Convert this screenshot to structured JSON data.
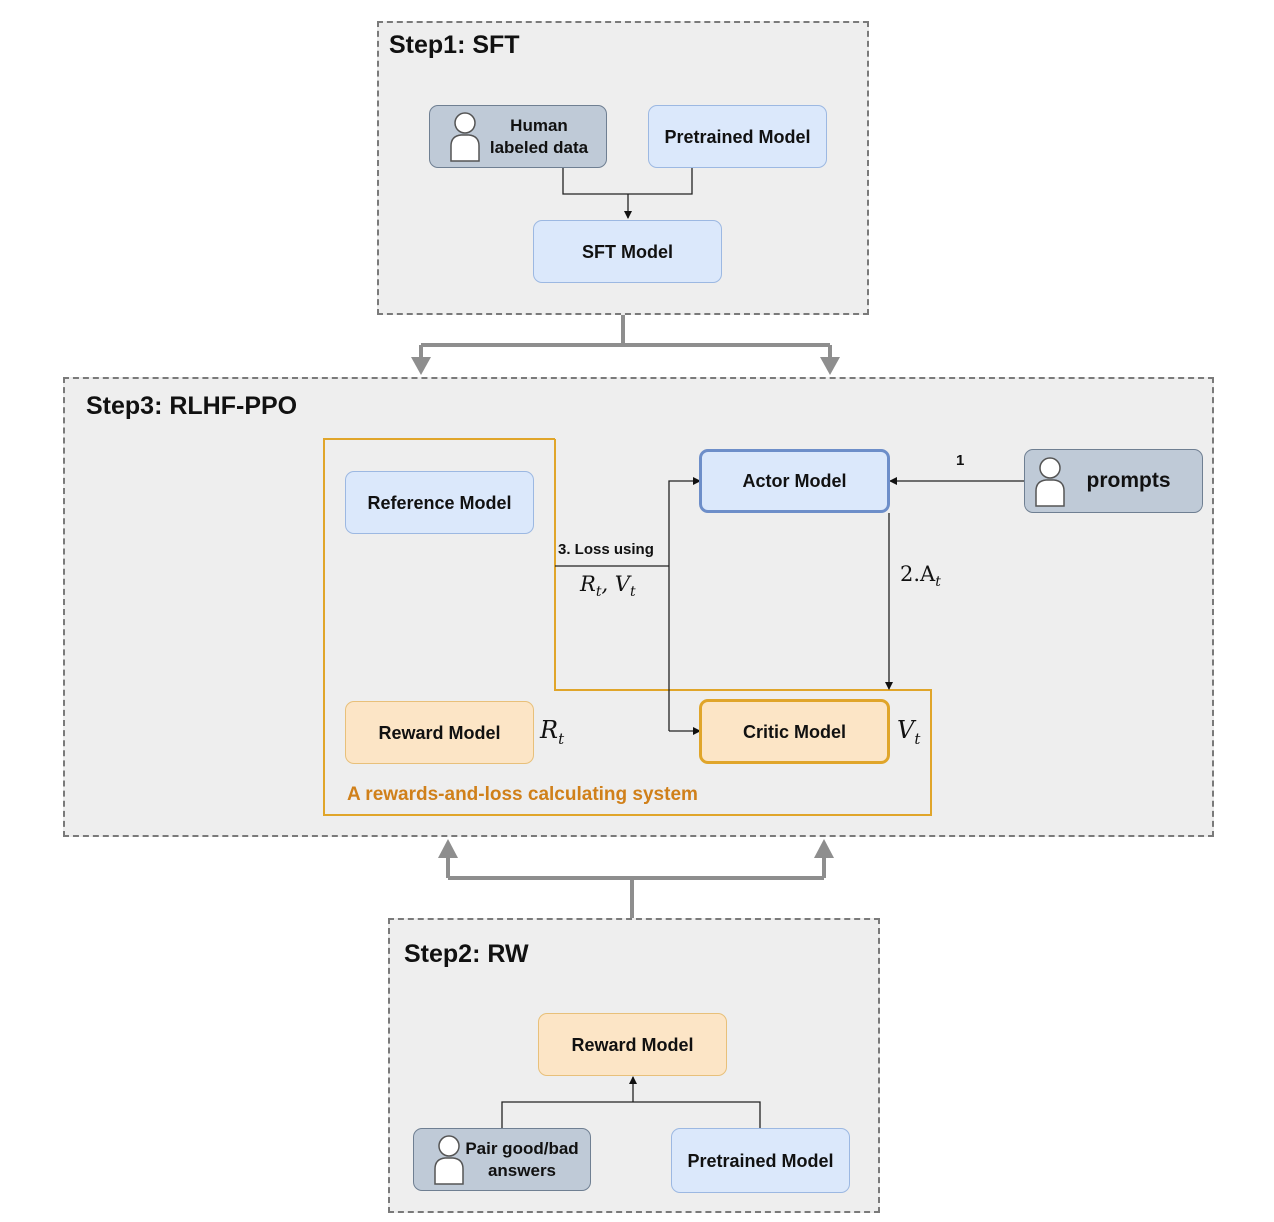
{
  "step1": {
    "title": "Step1: SFT",
    "human_data": "Human\nlabeled data",
    "pretrained": "Pretrained Model",
    "sft_model": "SFT Model"
  },
  "step3": {
    "title": "Step3: RLHF-PPO",
    "reference_model": "Reference Model",
    "actor_model": "Actor Model",
    "prompts": "prompts",
    "reward_model": "Reward Model",
    "critic_model": "Critic Model",
    "system_caption": "A rewards-and-loss calculating system",
    "edge_1": "1",
    "edge_2": "2.A",
    "edge_2_sub": "t",
    "edge_3": "3. Loss using",
    "edge_3_math": "R",
    "edge_3_math_sub1": "t",
    "edge_3_math_mid": ", V",
    "edge_3_math_sub2": "t",
    "rt": "R",
    "rt_sub": "t",
    "vt": "V",
    "vt_sub": "t"
  },
  "step2": {
    "title": "Step2: RW",
    "reward_model": "Reward Model",
    "pair_answers": "Pair good/bad\nanswers",
    "pretrained": "Pretrained Model"
  },
  "colors": {
    "panel_bg": "#eeeeee",
    "blue_box": "#dbe8fb",
    "orange_box": "#fce5c6",
    "gray_box": "#bfcad7",
    "system_border": "#e0a52a",
    "system_caption": "#d0801a",
    "flow_arrow": "#8e8e8e"
  },
  "icons": [
    "person-icon"
  ]
}
